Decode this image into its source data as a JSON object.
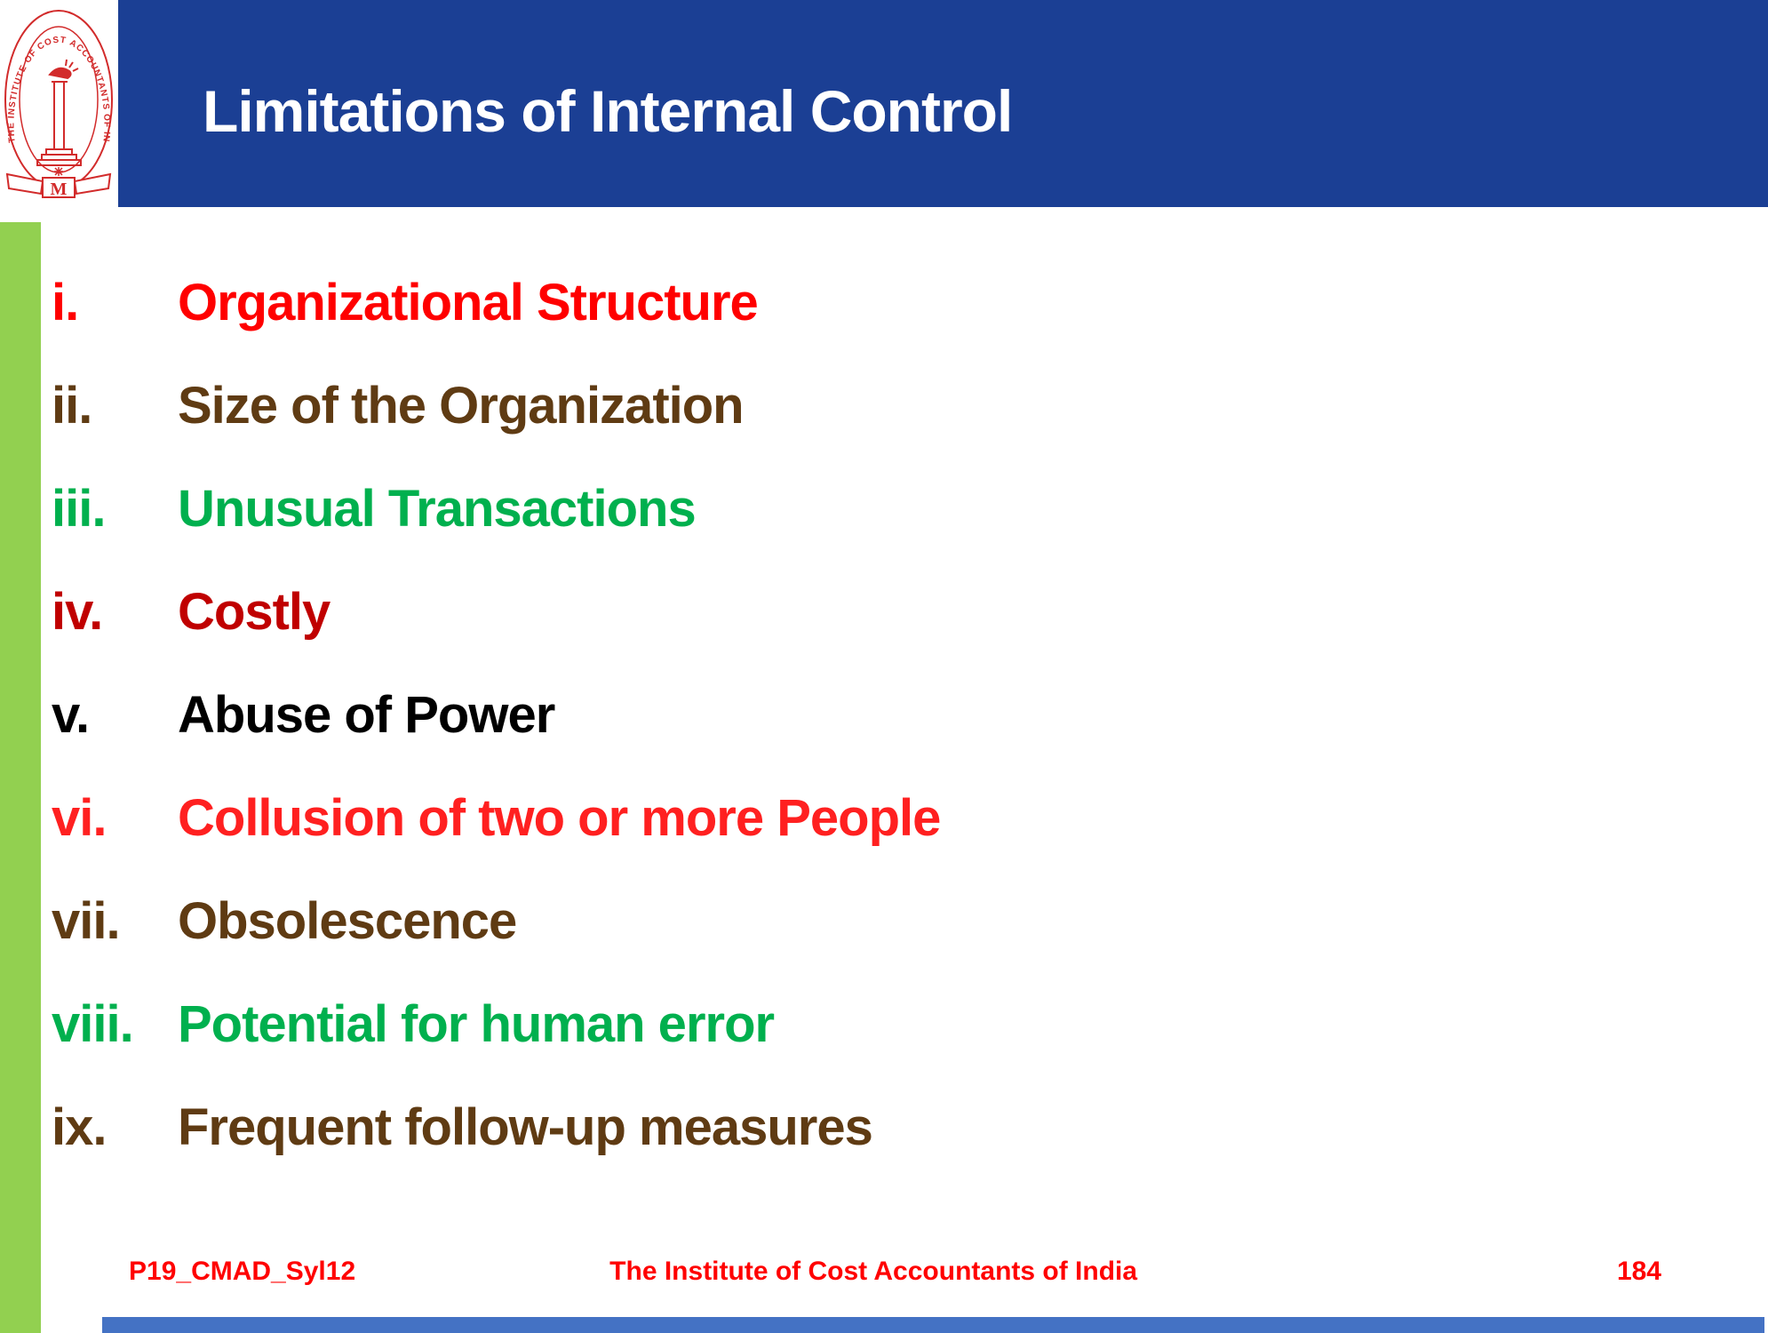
{
  "colors": {
    "header_bg": "#1B3F94",
    "stripe_green": "#92D050",
    "footer_red": "#FF0000",
    "bottom_bar_blue": "#4472C4",
    "logo_red": "#D22B2B"
  },
  "header": {
    "title": "Limitations of Internal Control"
  },
  "logo": {
    "arc_text": "THE INSTITUTE OF COST ACCOUNTANTS OF INDIA",
    "monogram": "M"
  },
  "list": {
    "items": [
      {
        "numeral": "i.",
        "label": "Organizational Structure",
        "color": "#FF0000"
      },
      {
        "numeral": "ii.",
        "label": "Size of the Organization",
        "color": "#5F3B13"
      },
      {
        "numeral": "iii.",
        "label": "Unusual Transactions",
        "color": "#00B04E"
      },
      {
        "numeral": "iv.",
        "label": "Costly",
        "color": "#C00000"
      },
      {
        "numeral": "v.",
        "label": "Abuse of Power",
        "color": "#000000"
      },
      {
        "numeral": "vi.",
        "label": "Collusion of two or more People",
        "color": "#FF2020"
      },
      {
        "numeral": "vii.",
        "label": "Obsolescence",
        "color": "#5F3B13"
      },
      {
        "numeral": "viii.",
        "label": "Potential for human error",
        "color": "#00B04E"
      },
      {
        "numeral": "ix.",
        "label": "Frequent follow-up measures",
        "color": "#5F3B13"
      }
    ]
  },
  "footer": {
    "left": "P19_CMAD_Syl12",
    "center": "The Institute of Cost Accountants of India",
    "page_number": "184"
  }
}
